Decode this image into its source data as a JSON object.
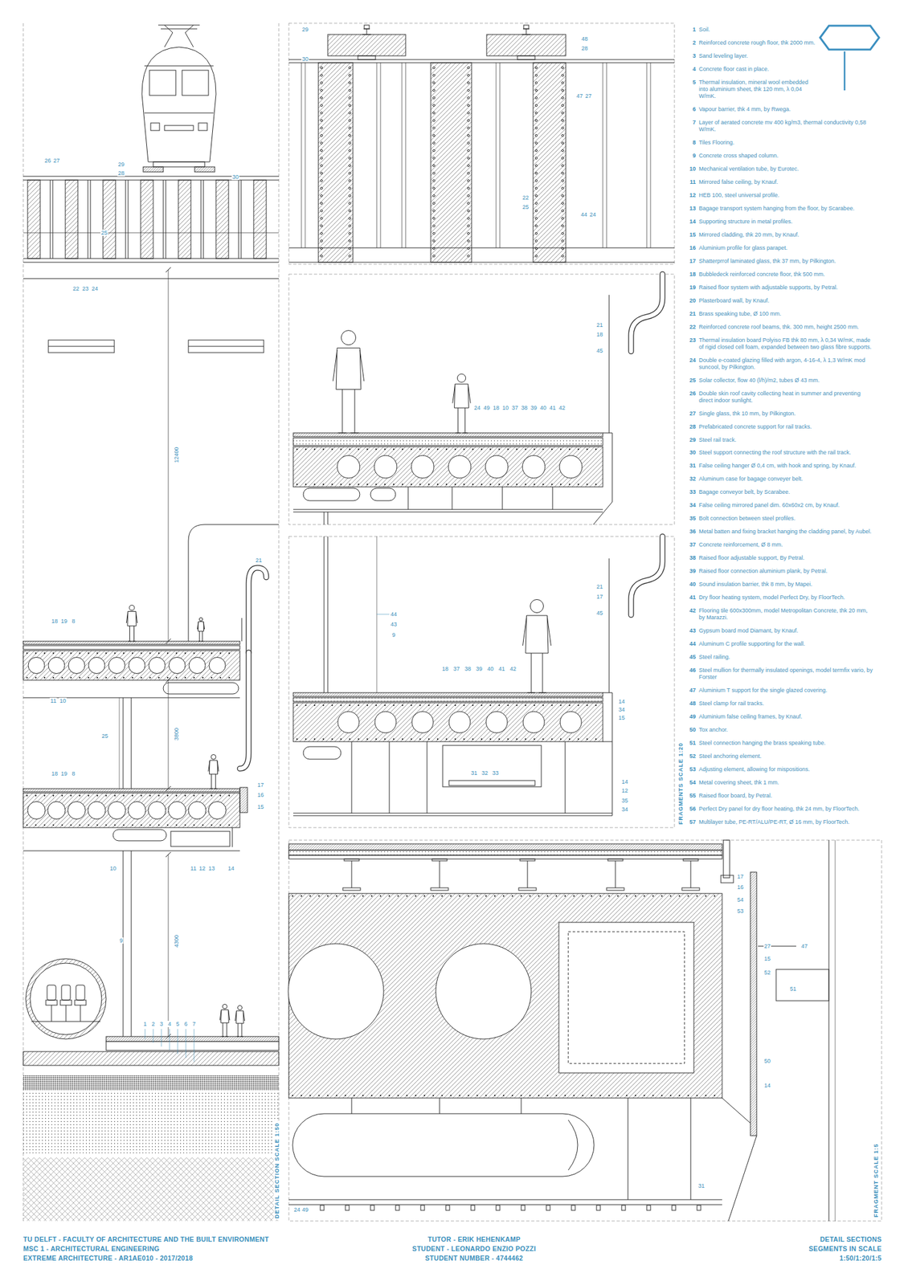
{
  "diagram": {
    "labels": [
      "1",
      "Soil.",
      "2",
      "Reinforced concrete rough floor, thk 2000 mm.",
      "3",
      "Sand leveling layer.",
      "4",
      "Concrete floor cast in place.",
      "5",
      "Thermal insulation, mineral wool embedded into aluminium sheet, thk 120 mm, λ 0,04 W/mK.",
      "6",
      "Vapour barrier, thk 4 mm, by Rwega.",
      "7",
      "Layer of aerated concrete mv 400 kg/m3, thermal conductivity 0,58 W/mK.",
      "8",
      "Tiles Flooring.",
      "9",
      "Concrete cross shaped column.",
      "10",
      "Mechanical ventilation tube, by Eurotec.",
      "11",
      "Mirrored false ceiling, by Knauf.",
      "12",
      "HEB 100, steel universal profile.",
      "13",
      "Bagage transport system hanging from the floor, by Scarabee.",
      "14",
      "Supporting structure in metal profiles.",
      "15",
      "Mirrored cladding, thk 20 mm, by Knauf.",
      "16",
      "Aluminium profile for glass parapet.",
      "17",
      "Shatterprrof laminated glass, thk 37 mm, by Pilkington.",
      "18",
      "Bubbledeck reinforced concrete floor, thk 500 mm.",
      "19",
      "Raised floor system with adjustable supports, by Petral.",
      "20",
      "Plasterboard wall, by Knauf.",
      "21",
      "Brass speaking tube, Ø 100 mm.",
      "22",
      "Reinforced concrete roof beams, thk. 300 mm, height 2500 mm.",
      "23",
      "Thermal insulation board Polyiso FB thk 80 mm, λ 0,34 W/mK, made of rigid closed cell foam, expanded between two glass fibre supports.",
      "24",
      "Double e-coated glazing filled with argon, 4-16-4, λ 1,3 W/mK mod suncool, by Pilkington.",
      "25",
      "Solar collector, flow 40 (l/h)/m2, tubes Ø 43 mm.",
      "26",
      "Double skin roof cavity collecting heat in summer and preventing direct indoor sunlight.",
      "27",
      "Single glass, thk 10 mm, by Pilkington.",
      "28",
      "Prefabricated concrete support for rail tracks.",
      "29",
      "Steel rail track.",
      "30",
      "Steel support connecting the roof structure with the rail track.",
      "31",
      "False ceiling hanger Ø 0,4 cm, with hook and spring, by Knauf.",
      "32",
      "Aluminum case for bagage conveyer belt.",
      "33",
      "Bagage conveyor belt, by Scarabee.",
      "34",
      "False ceiling mirrored panel dim. 60x60x2 cm, by Knauf.",
      "35",
      "Bolt connection between steel profiles.",
      "36",
      "Metal batten and fixing bracket hanging the cladding panel, by Aubel.",
      "37",
      "Concrete reinforcement, Ø 8 mm.",
      "38",
      "Raised floor adjustable support, By Petral.",
      "39",
      "Raised floor connection aluminium plank, by Petral.",
      "40",
      "Sound insulation barrier, thk 8 mm, by Mapei.",
      "41",
      "Dry floor heating system, model Perfect Dry, by FloorTech.",
      "42",
      "Flooring tile 600x300mm, model Metropolitan Concrete, thk 20 mm, by Marazzi.",
      "43",
      "Gypsum board mod Diamant, by Knauf.",
      "44",
      "Aluminum C profile supporting for the wall.",
      "45",
      "Steel railing.",
      "46",
      "Steel mullion for thermally insulated openings, model termfix vario, by Forster",
      "47",
      "Aluminium T support for the single glazed covering.",
      "48",
      "Steel clamp for rail tracks.",
      "49",
      "Aluminium false ceiling frames, by Knauf.",
      "50",
      "Tox anchor.",
      "51",
      "Steel connection hanging the brass speaking tube.",
      "52",
      "Steel anchoring element.",
      "53",
      "Adjusting element, allowing for mispositions.",
      "54",
      "Metal covering sheet, thk 1 mm.",
      "55",
      "Raised floor board, by Petral.",
      "56",
      "Perfect Dry panel for dry floor heating, thk 24 mm, by FloorTech.",
      "57",
      "Multilayer tube, PE-RT/ALU/PE-RT, Ø 16 mm, by FloorTech.",
      "TU DELFT - FACULTY OF ARCHITECTURE AND  THE BUILT ENVIRONMENT",
      "MSC 1 - ARCHITECTURAL ENGINEERING",
      "EXTREME ARCHITECTURE - AR1AE010 - 2017/2018",
      "TUTOR - ERIK HEHENKAMP",
      "STUDENT - LEONARDO ENZIO POZZI",
      "STUDENT NUMBER - 4744462",
      "DETAIL SECTIONS",
      "SEGMENTS IN SCALE",
      "1:50/1:20/1:5",
      "DETAIL SECTION   SCALE 1:50",
      "FRAGMENTS  SCALE 1:20",
      "FRAGMENT  SCALE 1:5",
      "26",
      "27",
      "29",
      "28",
      "30",
      "25",
      "22",
      "23",
      "24",
      "12400",
      "21",
      "18",
      "19",
      "8",
      "11",
      "10",
      "25",
      "3800",
      "18",
      "19",
      "8",
      "17",
      "16",
      "15",
      "10",
      "11",
      "12",
      "13",
      "14",
      "9",
      "4300",
      "1",
      "2",
      "3",
      "4",
      "5",
      "6",
      "7",
      "29",
      "30",
      "48",
      "28",
      "47",
      "27",
      "22",
      "25",
      "44",
      "24",
      "21",
      "18",
      "45",
      "24",
      "49",
      "18",
      "10",
      "37",
      "38",
      "39",
      "40",
      "41",
      "42",
      "21",
      "17",
      "45",
      "44",
      "43",
      "9",
      "18",
      "37",
      "38",
      "39",
      "40",
      "41",
      "42",
      "14",
      "34",
      "15",
      "31",
      "32",
      "33",
      "14",
      "12",
      "35",
      "34",
      "17",
      "16",
      "54",
      "53",
      "27",
      "15",
      "52",
      "47",
      "51",
      "50",
      "14",
      "31",
      "24",
      "49"
    ]
  }
}
